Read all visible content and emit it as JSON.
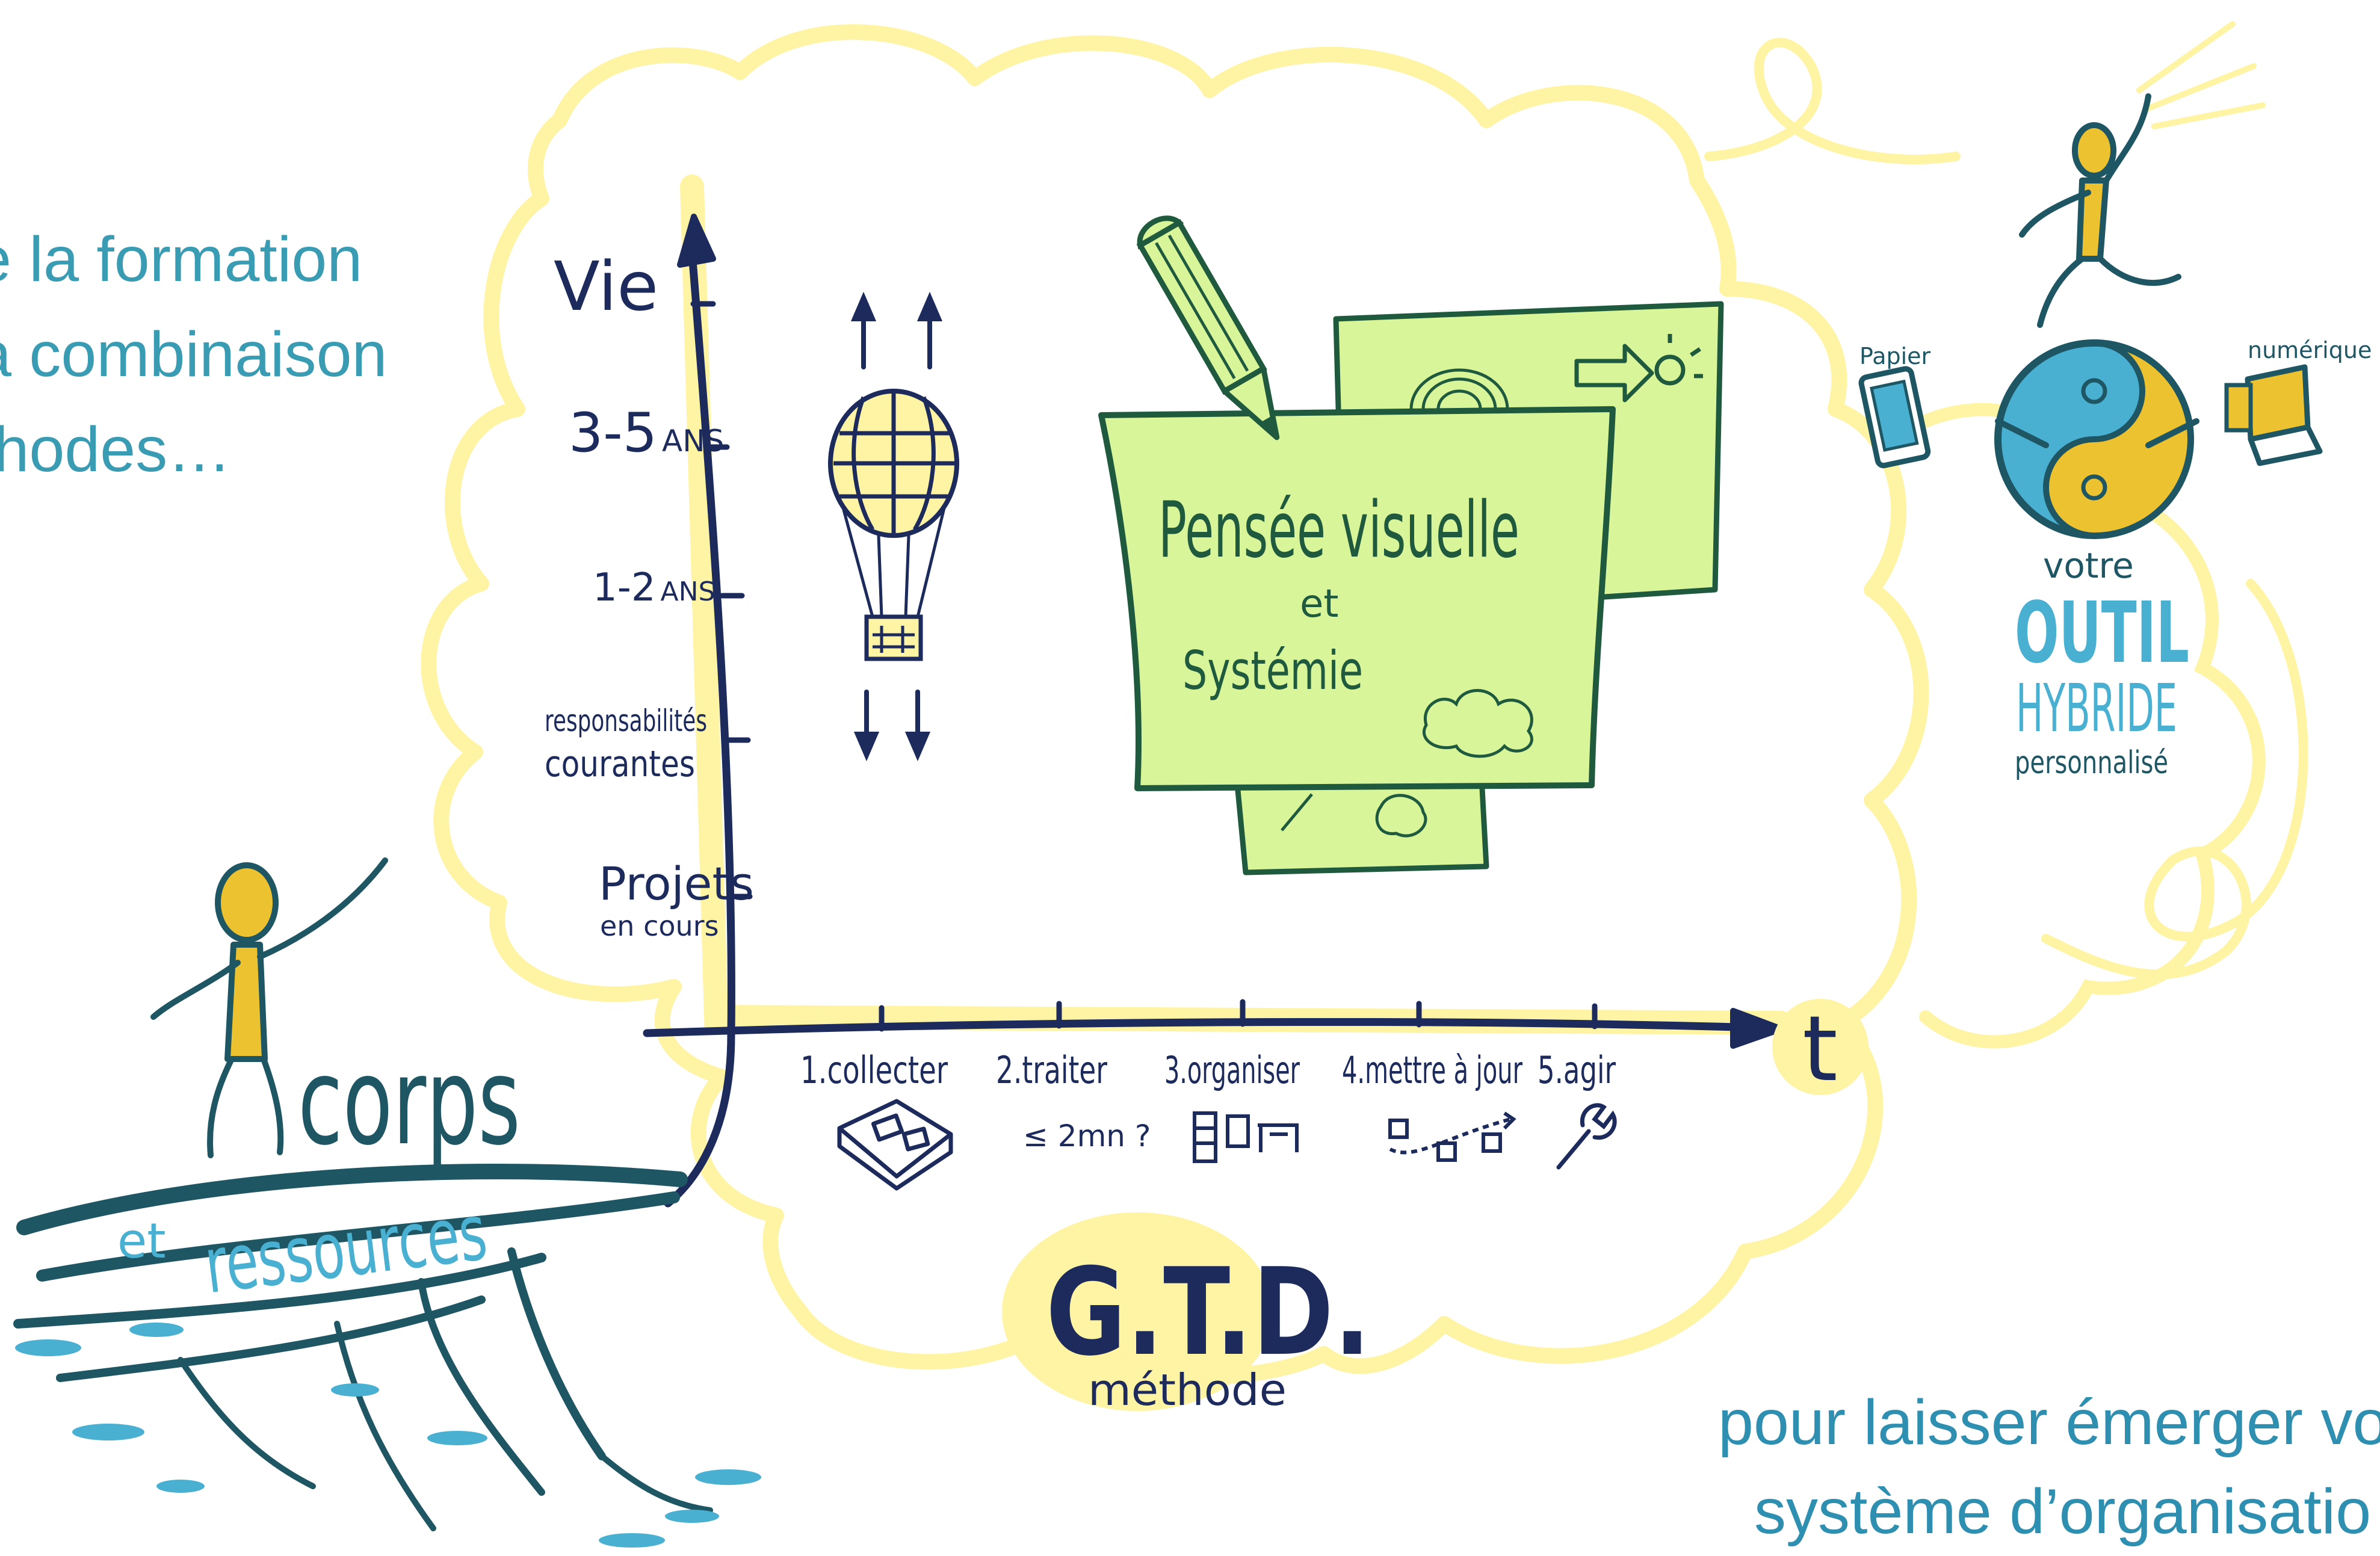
{
  "intro": {
    "line1": "e la formation",
    "line2": "a combinaison",
    "line3": "thodes…"
  },
  "outro": {
    "line1": "pour laisser émerger vo",
    "line2": "système d’organisatio"
  },
  "timeline": {
    "y_axis_label": "Vie",
    "x_axis_label": "t",
    "levels": [
      {
        "main": "3-5",
        "small": "ANS"
      },
      {
        "main": "1-2",
        "small": "ANS"
      },
      {
        "main": "responsabilités",
        "small": "courantes"
      },
      {
        "main": "Projets",
        "small": "en cours"
      }
    ],
    "steps": [
      "1.collecter",
      "2.traiter",
      "3.organiser",
      "4.mettre à jour",
      "5.agir"
    ],
    "step2_note": "≤ 2mn ?"
  },
  "center_card": {
    "title": "Pensée visuelle",
    "conjunction": "et",
    "subtitle": "Systémie"
  },
  "gtd": {
    "title": "G.T.D.",
    "subtitle": "méthode"
  },
  "hybrid_tool": {
    "left_label": "Papier",
    "right_label": "numérique",
    "line1": "votre",
    "line2": "OUTIL",
    "line3": "HYBRIDE",
    "line4": "personnalisé"
  },
  "corps": {
    "title": "corps",
    "connector": "et",
    "subtitle": "ressources"
  },
  "colors": {
    "navy": "#1c2a5c",
    "teal": "#1f5663",
    "blue_light": "#49b0d2",
    "yellow_soft": "#fff3a4",
    "yellow_strong": "#ecc230",
    "green_card": "#d8f59a",
    "green_dark": "#1f5a3f"
  },
  "icons": [
    "pencil-icon",
    "hot-air-balloon-icon",
    "inbox-tray-icon",
    "cabinet-icon",
    "wrench-icon",
    "yin-yang-icon",
    "phone-icon",
    "laptop-icon",
    "roots-icon"
  ]
}
